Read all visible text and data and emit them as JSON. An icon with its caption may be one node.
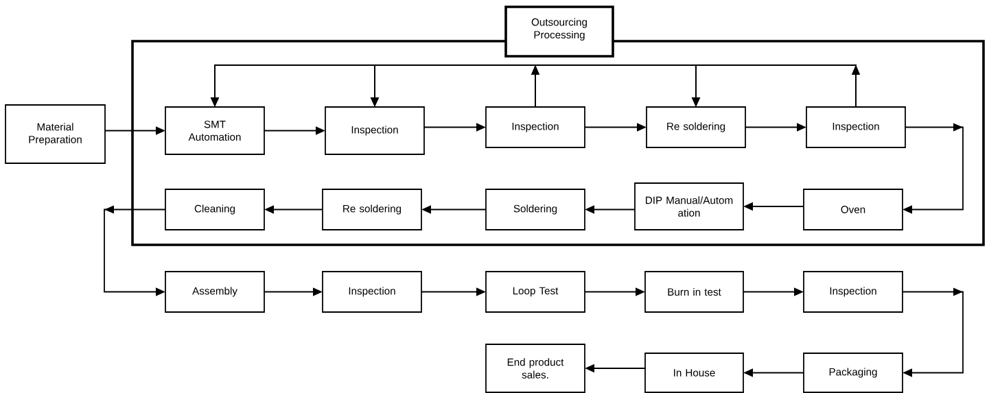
{
  "diagram": {
    "nodes": [
      {
        "text": [
          "Material Preparation"
        ]
      },
      {
        "text": [],
        "shape": "box"
      },
      {
        "text": [
          "Outsourcing Processing"
        ]
      },
      {
        "text": [
          "SMT Automation"
        ],
        "in": 1
      },
      {
        "text": [
          "Inspection"
        ],
        "in": 1
      },
      {
        "text": [
          "Inspection"
        ],
        "in": 1
      },
      {
        "text": [
          "Re soldering"
        ],
        "in": 1
      },
      {
        "text": [
          "Inspection"
        ],
        "in": 1
      },
      {
        "text": [
          "Cleaning"
        ],
        "in": 1
      },
      {
        "text": [
          "Re soldering"
        ],
        "in": 1
      },
      {
        "text": [
          "Soldering"
        ],
        "in": 1
      },
      {
        "text": [
          "DIP Manual/Autom ation"
        ],
        "in": 1
      },
      {
        "text": [
          "Oven"
        ],
        "in": 1
      },
      {
        "text": [
          "Assembly"
        ]
      },
      {
        "text": [
          "Inspection"
        ]
      },
      {
        "text": [
          "Loop Test"
        ]
      },
      {
        "text": [
          "Burn in test"
        ]
      },
      {
        "text": [
          "Inspection"
        ]
      },
      {
        "text": [
          "End product sales."
        ]
      },
      {
        "text": [
          "In House"
        ]
      },
      {
        "text": [
          "Packaging"
        ]
      }
    ],
    "edges": [
      {
        "from": 0,
        "to": 3,
        "arrow": "to"
      },
      {
        "from": 3,
        "to": 4,
        "arrow": "to"
      },
      {
        "from": 4,
        "to": 5,
        "arrow": "to"
      },
      {
        "from": 5,
        "to": 6,
        "arrow": "to"
      },
      {
        "from": 6,
        "to": 7,
        "arrow": "to"
      },
      {
        "from": 5,
        "to": 3,
        "arrow": "to"
      },
      {
        "from": 5,
        "to": 4,
        "arrow": "to"
      },
      {
        "from": 5,
        "to": 6,
        "arrow": "to"
      },
      {
        "from": 7,
        "to": 3,
        "arrow": "to"
      },
      {
        "from": 7,
        "to": 4,
        "arrow": "to"
      },
      {
        "from": 7,
        "to": 6,
        "arrow": "to"
      },
      {
        "from": 7,
        "to": 12,
        "arrow": "to"
      },
      {
        "from": 12,
        "to": 11,
        "arrow": "to"
      },
      {
        "from": 11,
        "to": 10,
        "arrow": "to"
      },
      {
        "from": 10,
        "to": 9,
        "arrow": "to"
      },
      {
        "from": 9,
        "to": 8,
        "arrow": "to"
      },
      {
        "from": 8,
        "to": 13,
        "arrow": "to"
      },
      {
        "from": 13,
        "to": 14,
        "arrow": "to"
      },
      {
        "from": 14,
        "to": 15,
        "arrow": "to"
      },
      {
        "from": 15,
        "to": 16,
        "arrow": "to"
      },
      {
        "from": 16,
        "to": 17,
        "arrow": "to"
      },
      {
        "from": 17,
        "to": 20,
        "arrow": "to"
      },
      {
        "from": 20,
        "to": 19,
        "arrow": "to"
      },
      {
        "from": 19,
        "to": 18,
        "arrow": "to"
      }
    ]
  }
}
